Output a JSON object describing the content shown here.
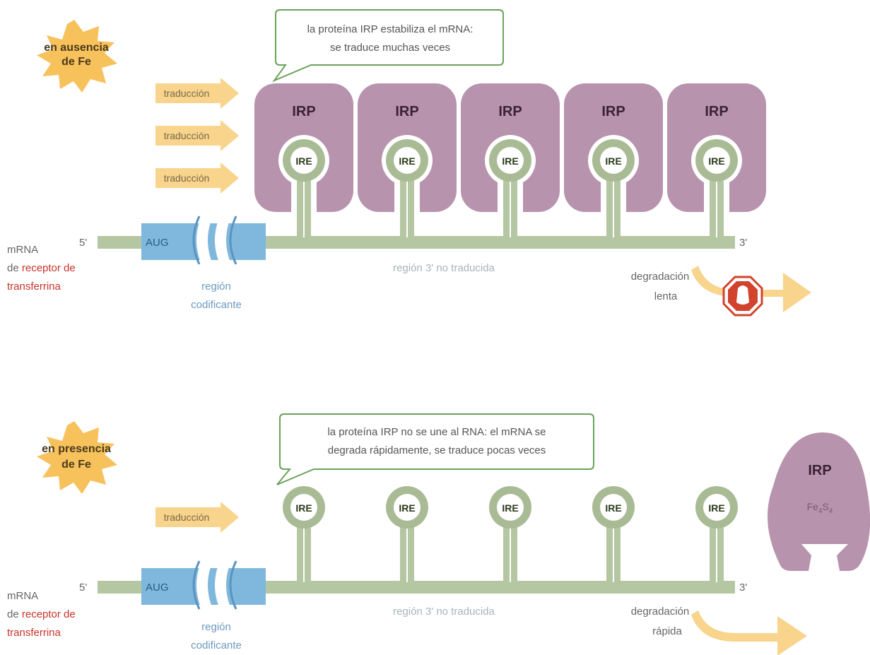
{
  "colors": {
    "starburst": "#f7c15c",
    "irp_fill": "#b893ad",
    "ire_fill": "#a9bb95",
    "mrna_fill": "#b5c6a2",
    "coding_fill": "#80b8dd",
    "arrow_fill": "#f8d48c",
    "red_text": "#c8332a",
    "blue_text": "#6b9ac0",
    "grey_text": "#a9b3b9",
    "stop_red": "#d2432d",
    "callout_border": "#6aa25a"
  },
  "panels": {
    "absence": {
      "condition": [
        "en ausencia",
        "de Fe"
      ],
      "callout": [
        "la proteína IRP estabiliza el mRNA:",
        "se traduce muchas veces"
      ],
      "translation_arrows": [
        "traducción",
        "traducción",
        "traducción"
      ],
      "irp_labels": [
        "IRP",
        "IRP",
        "IRP",
        "IRP",
        "IRP"
      ],
      "ire_labels": [
        "IRE",
        "IRE",
        "IRE",
        "IRE",
        "IRE"
      ],
      "five_prime": "5'",
      "three_prime": "3'",
      "aug": "AUG",
      "mrna_label": "mRNA",
      "receptor_prefix": "de",
      "receptor_red_1": "receptor de",
      "receptor_red_2": "transferrina",
      "coding_region": [
        "región",
        "codificante"
      ],
      "utr": "región 3' no traducida",
      "degradation": [
        "degradación",
        "lenta"
      ]
    },
    "presence": {
      "condition": [
        "en presencia",
        "de Fe"
      ],
      "callout": [
        "la proteína IRP no se une al RNA: el mRNA se",
        "degrada rápidamente, se traduce pocas veces"
      ],
      "translation_arrows": [
        "traducción"
      ],
      "ire_labels": [
        "IRE",
        "IRE",
        "IRE",
        "IRE",
        "IRE"
      ],
      "free_irp": "IRP",
      "cluster_fe": "Fe",
      "cluster_fe_sub": "4",
      "cluster_s": "S",
      "cluster_s_sub": "4",
      "five_prime": "5'",
      "three_prime": "3'",
      "aug": "AUG",
      "mrna_label": "mRNA",
      "receptor_prefix": "de",
      "receptor_red_1": "receptor de",
      "receptor_red_2": "transferrina",
      "coding_region": [
        "región",
        "codificante"
      ],
      "utr": "región 3' no traducida",
      "degradation": [
        "degradación",
        "rápida"
      ]
    }
  }
}
